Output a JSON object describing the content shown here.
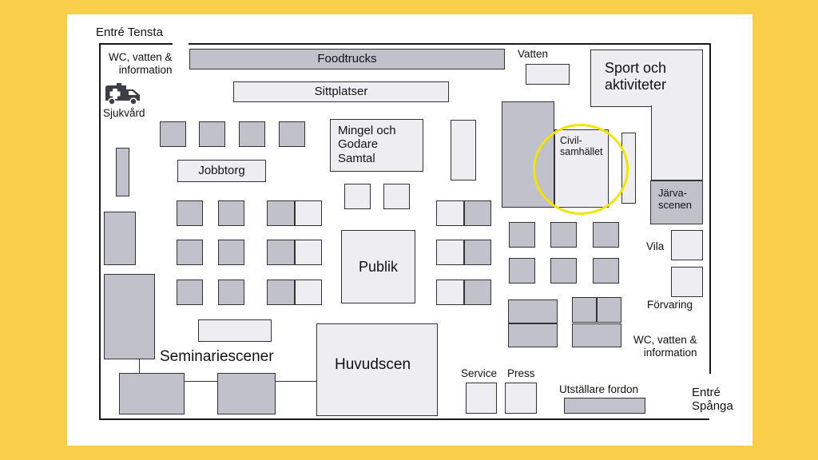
{
  "labels": {
    "entre_tensta": "Entré Tensta",
    "wc_top": "WC, vatten &\ninformation",
    "sjukvard": "Sjukvård",
    "foodtrucks": "Foodtrucks",
    "sittplatser": "Sittplatser",
    "vatten": "Vatten",
    "sport": "Sport och\naktiviteter",
    "mingel": "Mingel och\nGodare\nSamtal",
    "jobbtorg": "Jobbtorg",
    "civil": "Civil-\nsamhället",
    "jarva": "Järva-\nscenen",
    "publik": "Publik",
    "vila": "Vila",
    "forvaring": "Förvaring",
    "wc_bottom": "WC, vatten &\ninformation",
    "seminariescener": "Seminariescener",
    "huvudscen": "Huvudscen",
    "service": "Service",
    "press": "Press",
    "utstallare": "Utställare fordon",
    "entre_spanga": "Entré\nSpånga"
  },
  "colors": {
    "background": "#f9cf4a",
    "booth_dark": "#c1c1cc",
    "booth_light": "#eeeef2",
    "highlight": "#f2e500"
  },
  "icons": {
    "ambulance": "ambulance-icon"
  }
}
